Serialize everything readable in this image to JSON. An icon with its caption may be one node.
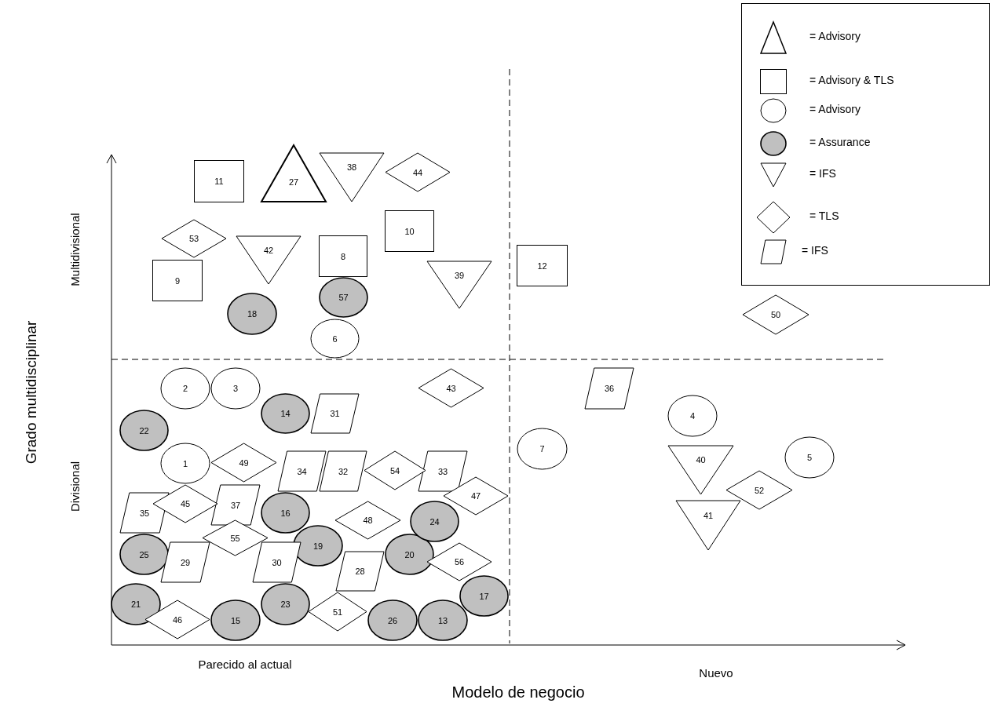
{
  "diagram": {
    "nodes": [
      {
        "text": [
          "1"
        ]
      },
      {
        "text": [
          "2"
        ]
      },
      {
        "text": [
          "3"
        ]
      },
      {
        "text": [
          "4"
        ]
      },
      {
        "text": [
          "5"
        ]
      },
      {
        "text": [
          "6"
        ]
      },
      {
        "text": [
          "7"
        ]
      },
      {
        "text": [
          "8"
        ]
      },
      {
        "text": [
          "9"
        ]
      },
      {
        "text": [
          "10"
        ]
      },
      {
        "text": [
          "11"
        ]
      },
      {
        "text": [
          "12"
        ]
      },
      {
        "text": [
          "13"
        ]
      },
      {
        "text": [
          "14"
        ]
      },
      {
        "text": [
          "15"
        ]
      },
      {
        "text": [
          "16"
        ]
      },
      {
        "text": [
          "17"
        ]
      },
      {
        "text": [
          "18"
        ]
      },
      {
        "text": [
          "19"
        ]
      },
      {
        "text": [
          "20"
        ]
      },
      {
        "text": [
          "21"
        ]
      },
      {
        "text": [
          "22"
        ]
      },
      {
        "text": [
          "23"
        ]
      },
      {
        "text": [
          "24"
        ]
      },
      {
        "text": [
          "25"
        ]
      },
      {
        "text": [
          "26"
        ]
      },
      {
        "text": [
          "27"
        ]
      },
      {
        "text": [
          "28"
        ]
      },
      {
        "text": [
          "29"
        ]
      },
      {
        "text": [
          "30"
        ]
      },
      {
        "text": [
          "31"
        ]
      },
      {
        "text": [
          "32"
        ]
      },
      {
        "text": [
          "33"
        ]
      },
      {
        "text": [
          "34"
        ]
      },
      {
        "text": [
          "35"
        ]
      },
      {
        "text": [
          "36"
        ]
      },
      {
        "text": [
          "37"
        ]
      },
      {
        "text": [
          "38"
        ]
      },
      {
        "text": [
          "39"
        ]
      },
      {
        "text": [
          "40"
        ]
      },
      {
        "text": [
          "41"
        ]
      },
      {
        "text": [
          "42"
        ]
      },
      {
        "text": [
          "43"
        ]
      },
      {
        "text": [
          "44"
        ]
      },
      {
        "text": [
          "45"
        ]
      },
      {
        "text": [
          "46"
        ]
      },
      {
        "text": [
          "47"
        ]
      },
      {
        "text": [
          "48"
        ]
      },
      {
        "text": [
          "49"
        ]
      },
      {
        "text": [
          "50"
        ]
      },
      {
        "text": [
          "51"
        ]
      },
      {
        "text": [
          "52"
        ]
      },
      {
        "text": [
          "53"
        ]
      },
      {
        "text": [
          "54"
        ]
      },
      {
        "text": [
          "55"
        ]
      },
      {
        "text": [
          "56"
        ]
      },
      {
        "text": [
          "57"
        ]
      }
    ],
    "labels": [
      "Multidivisional",
      "Grado multidisciplinar",
      "Divisional",
      "Parecido al actual",
      "Nuevo",
      "Modelo de negocio"
    ],
    "legend": [
      {
        "text": "= Advisory"
      },
      {
        "text": "= Advisory & TLS"
      },
      {
        "text": "= Advisory"
      },
      {
        "text": "= Assurance"
      },
      {
        "text": "= IFS"
      },
      {
        "text": "= TLS"
      },
      {
        "text": "= IFS"
      }
    ]
  }
}
